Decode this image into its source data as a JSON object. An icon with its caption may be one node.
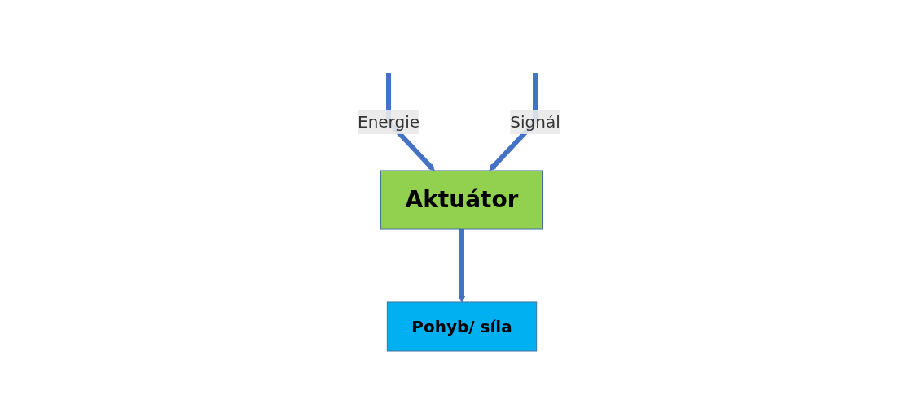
{
  "diagram": {
    "nodes": [
      {
        "text": [
          "Aktuátor"
        ]
      },
      {
        "text": [
          "Pohyb/ síla"
        ]
      }
    ],
    "edges": [
      {
        "from": null,
        "to": 0,
        "arrow": "to",
        "label": "Energie"
      },
      {
        "from": null,
        "to": 0,
        "arrow": "to",
        "label": "Signál"
      },
      {
        "from": 0,
        "to": 1,
        "arrow": "to"
      }
    ]
  }
}
